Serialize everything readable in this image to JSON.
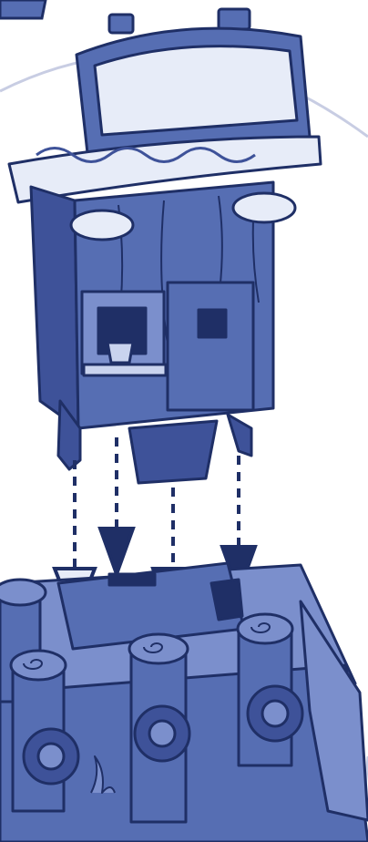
{
  "illustration": {
    "subject": "assembly-step",
    "parts": [
      "kiosk-booth",
      "log-base"
    ],
    "arrow_count": 4,
    "colors": {
      "outline": "#1f2f66",
      "wood": "#566eb3",
      "wood_dark": "#3e5299",
      "wood_light": "#7b8fcc",
      "panel_light": "#e7ecf8",
      "panel_mid": "#c9d3ee",
      "arc": "#c8cde3",
      "background": "#ffffff"
    }
  }
}
